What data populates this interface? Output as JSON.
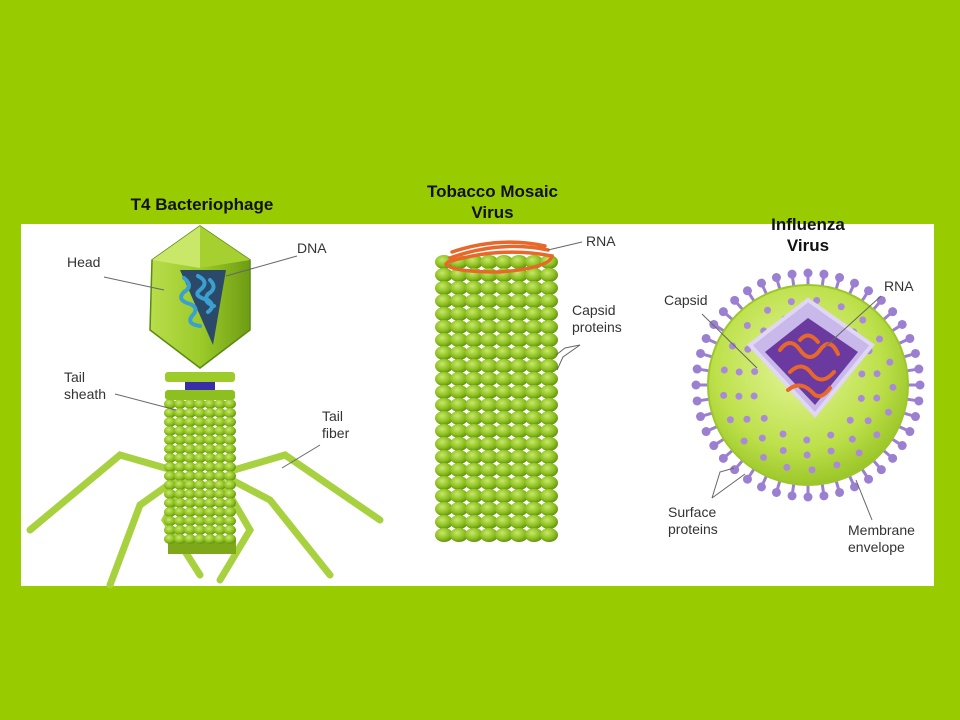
{
  "colors": {
    "background": "#99cc00",
    "panel": "#ffffff",
    "leader": "#666666",
    "virus_green": "#8cbf1f",
    "rna": "#e8672a",
    "dna": "#3aa0d0",
    "spike": "#9b7fd0"
  },
  "t4": {
    "title": "T4 Bacteriophage",
    "head": "Head",
    "dna": "DNA",
    "tail_sheath": "Tail\nsheath",
    "tail_fiber": "Tail\nfiber"
  },
  "tmv": {
    "title": "Tobacco Mosaic\nVirus",
    "rna": "RNA",
    "capsid": "Capsid\nproteins"
  },
  "flu": {
    "title": "Influenza\nVirus",
    "rna": "RNA",
    "capsid": "Capsid",
    "surface": "Surface\nproteins",
    "membrane": "Membrane\nenvelope"
  }
}
